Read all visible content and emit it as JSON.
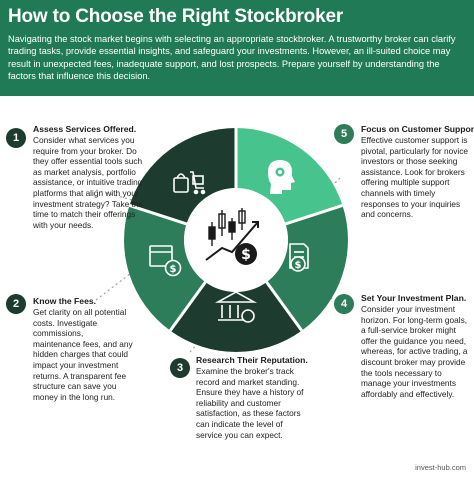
{
  "header": {
    "title": "How to Choose the Right Stockbroker",
    "intro": "Navigating the stock market begins with selecting an appropriate stockbroker. A trustworthy broker can clarify trading tasks, provide essential insights, and safeguard your investments. However, an ill-suited choice may result in unexpected fees, inadequate support, and lost prospects. Prepare yourself by understanding the factors that influence this decision."
  },
  "steps": [
    {
      "number": "1",
      "title": "Assess Services Offered.",
      "body": "Consider what services you require from your broker. Do they offer essential tools such as market analysis, portfolio assistance, or intuitive trading platforms that align with your investment strategy? Take the time to match their offerings with your needs."
    },
    {
      "number": "2",
      "title": "Know the Fees.",
      "body": "Get clarity on all potential costs. Investigate commissions, maintenance fees, and any hidden charges that could impact your investment returns. A transparent fee structure can save you money in the long run."
    },
    {
      "number": "3",
      "title": "Research Their Reputation.",
      "body": "Examine the broker's track record and market standing. Ensure they have a history of reliability and customer satisfaction, as these factors can indicate the level of service you can expect."
    },
    {
      "number": "4",
      "title": "Set Your Investment Plan.",
      "body": "Consider your investment horizon. For long-term goals, a full-service broker might offer the guidance you need, whereas, for active trading, a discount broker may provide the tools necessary to manage your investments affordably and effectively."
    },
    {
      "number": "5",
      "title": "Focus on Customer Support.",
      "body": "Effective customer support is pivotal, particularly for novice investors or those seeking assistance. Look for brokers offering multiple support channels with timely responses to your inquiries and concerns."
    }
  ],
  "icons": {
    "center": "stock-chart-dollar-icon",
    "segment_1": "shopping-bag-cart-icon",
    "segment_2": "dollar-box-icon",
    "segment_3": "bank-building-icon",
    "segment_4": "dollar-document-icon",
    "segment_5": "head-gear-icon"
  },
  "colors": {
    "header": "#1f7a55",
    "dark_green": "#1d3b2f",
    "mid_green": "#2e7d5a",
    "light_green": "#47c48e"
  },
  "footer": {
    "brand": "invest-hub.com"
  }
}
